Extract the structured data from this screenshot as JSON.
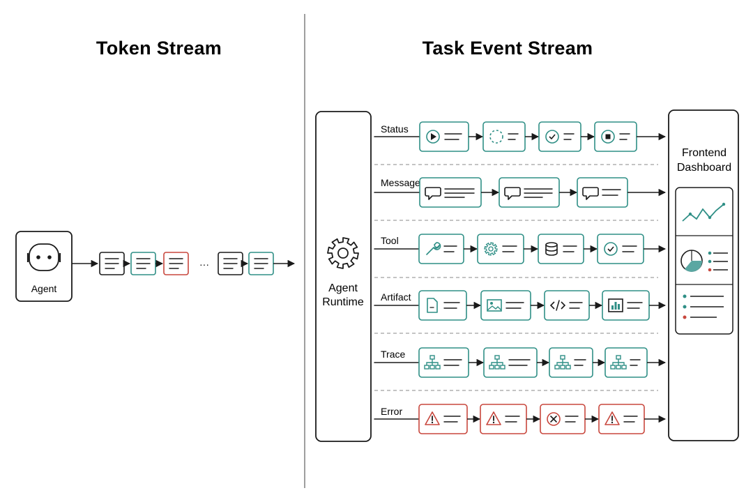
{
  "titles": {
    "left": "Token Stream",
    "right": "Task Event Stream"
  },
  "left": {
    "agent_label": "Agent",
    "ellipsis": "···"
  },
  "runtime": {
    "line1": "Agent",
    "line2": "Runtime"
  },
  "dashboard": {
    "line1": "Frontend",
    "line2": "Dashboard"
  },
  "rows": [
    {
      "label": "Status"
    },
    {
      "label": "Message"
    },
    {
      "label": "Tool"
    },
    {
      "label": "Artifact"
    },
    {
      "label": "Trace"
    },
    {
      "label": "Error"
    }
  ],
  "colors": {
    "teal": "#2f8f86",
    "red": "#c8473d",
    "dark": "#1a1a1a",
    "gray": "#9a9a9a"
  },
  "icons": {
    "status": [
      "play-icon",
      "pending-circle-icon",
      "check-circle-icon",
      "stop-icon"
    ],
    "message": [
      "chat-bubble-icon",
      "chat-bubble-icon",
      "chat-bubble-icon"
    ],
    "tool": [
      "wrench-icon",
      "gear-icon",
      "database-icon",
      "check-circle-icon"
    ],
    "artifact": [
      "document-icon",
      "image-icon",
      "code-icon",
      "bar-chart-icon"
    ],
    "trace": [
      "tree-icon",
      "tree-icon",
      "tree-icon",
      "tree-icon"
    ],
    "error": [
      "warning-icon",
      "warning-icon",
      "error-x-icon",
      "warning-icon"
    ]
  }
}
